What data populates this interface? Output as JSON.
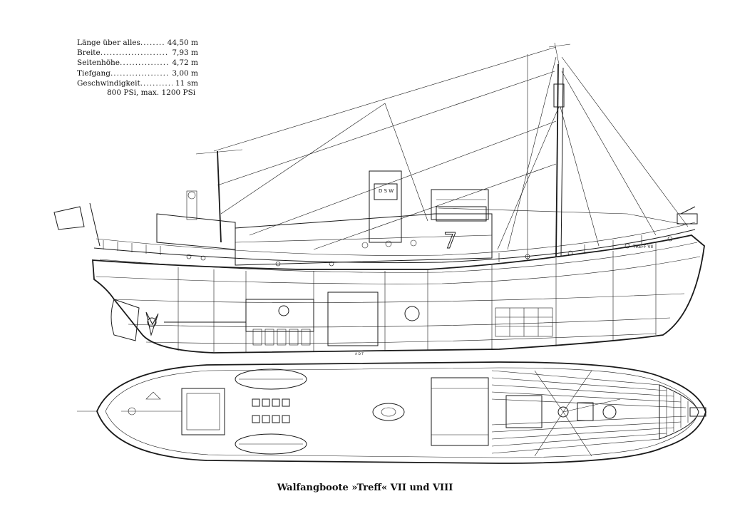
{
  "specs": {
    "rows": [
      {
        "label": "Länge über alles",
        "value": "44,50 m"
      },
      {
        "label": "Breite",
        "value": "7,93 m"
      },
      {
        "label": "Seitenhöhe",
        "value": "4,72 m"
      },
      {
        "label": "Tiefgang",
        "value": "3,00 m"
      },
      {
        "label": "Geschwindigkeit",
        "value": "11 sm"
      }
    ],
    "power": "800 PSi, max. 1200 PSi"
  },
  "caption": "Walfangboote »Treff« VII und VIII",
  "markings": {
    "funnel_letters": "D S W",
    "bridge_number": "7",
    "bow_name": "TREFF VII",
    "keel_label": "A D T"
  }
}
